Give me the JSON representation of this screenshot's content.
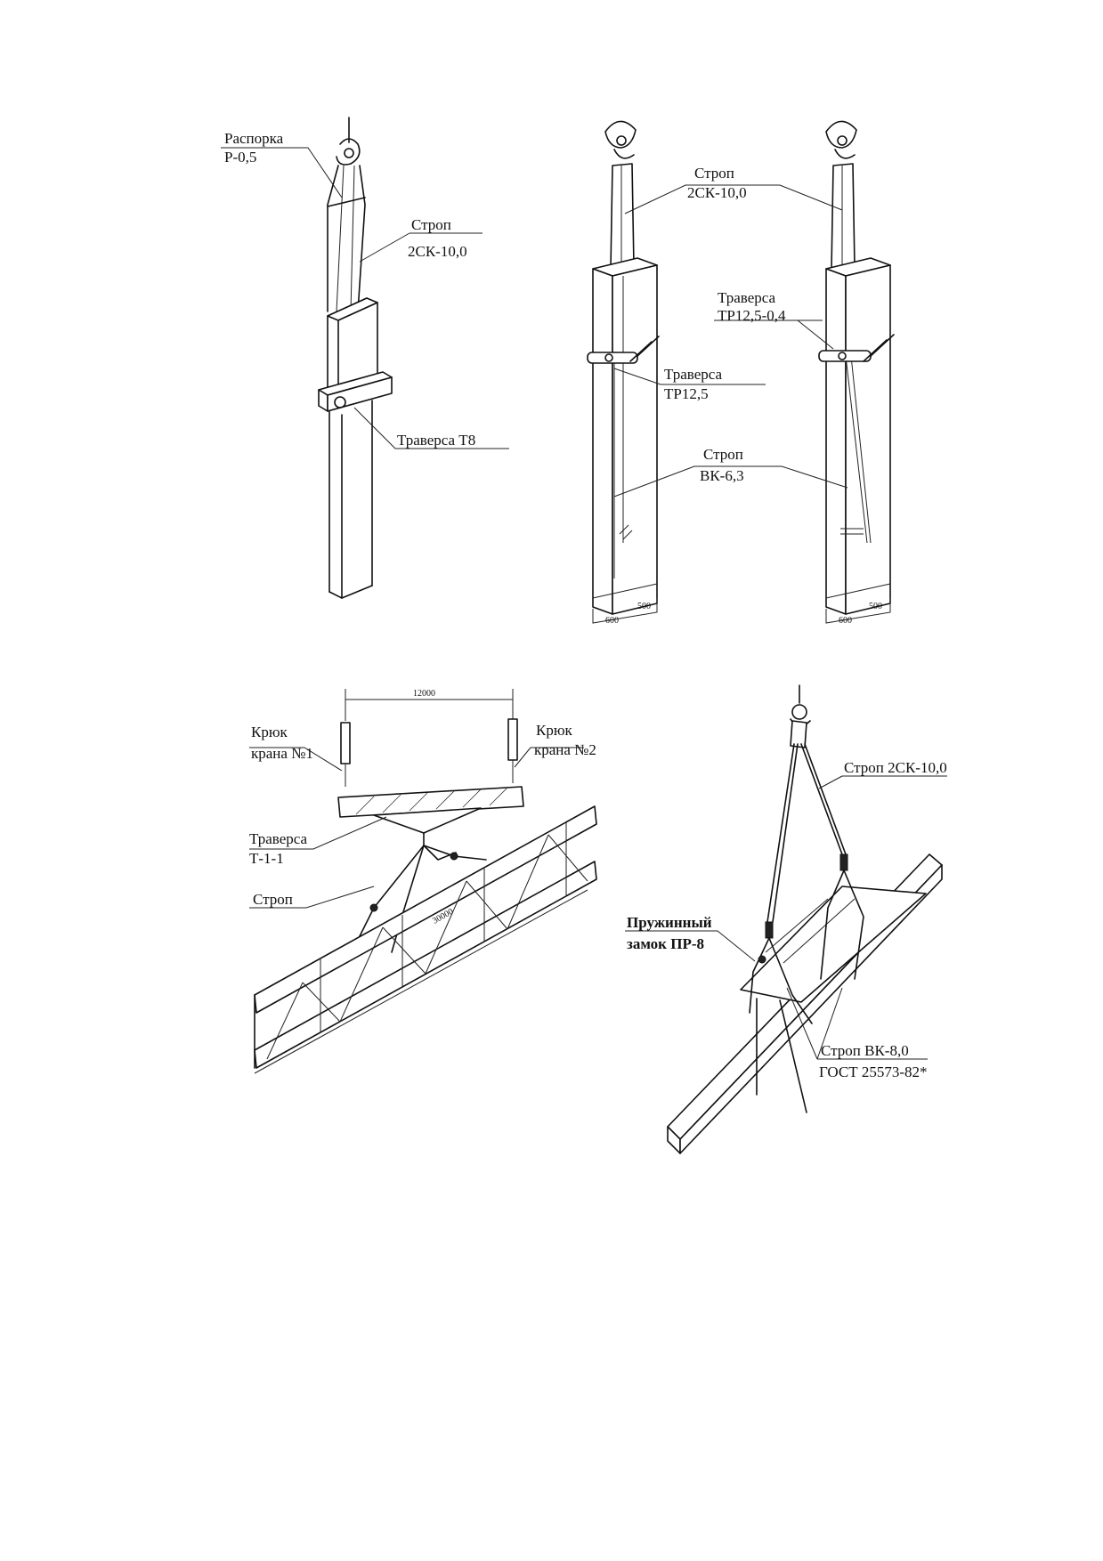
{
  "figures": {
    "fig1": {
      "spacer_label": "Распорка",
      "spacer_code": "Р-0,5",
      "sling_label": "Строп",
      "sling_code": "2СК-10,0",
      "beam_label": "Траверса Т8"
    },
    "fig2": {
      "sling_label": "Строп",
      "sling_code": "2СК-10,0",
      "beam_left_label": "Траверса",
      "beam_left_code": "ТР12,5",
      "beam_right_label": "Траверса",
      "beam_right_code": "ТР12,5-0,4",
      "sling2_label": "Строп",
      "sling2_code": "ВК-6,3",
      "dim_left_w": "600",
      "dim_left_d": "500",
      "dim_right_w": "600",
      "dim_right_d": "500"
    },
    "fig3": {
      "span_dim": "12000",
      "hook1_label": "Крюк",
      "hook1_sub": "крана №1",
      "hook2_label": "Крюк",
      "hook2_sub": "крана №2",
      "beam_label": "Траверса",
      "beam_code": "Т-1-1",
      "sling_label": "Строп",
      "truss_dim": "30000"
    },
    "fig4": {
      "sling_top": "Строп 2СК-10,0",
      "lock_label": "Пружинный",
      "lock_code": "замок ПР-8",
      "sling_bottom": "Строп ВК-8,0",
      "standard": "ГОСТ 25573-82*"
    }
  }
}
